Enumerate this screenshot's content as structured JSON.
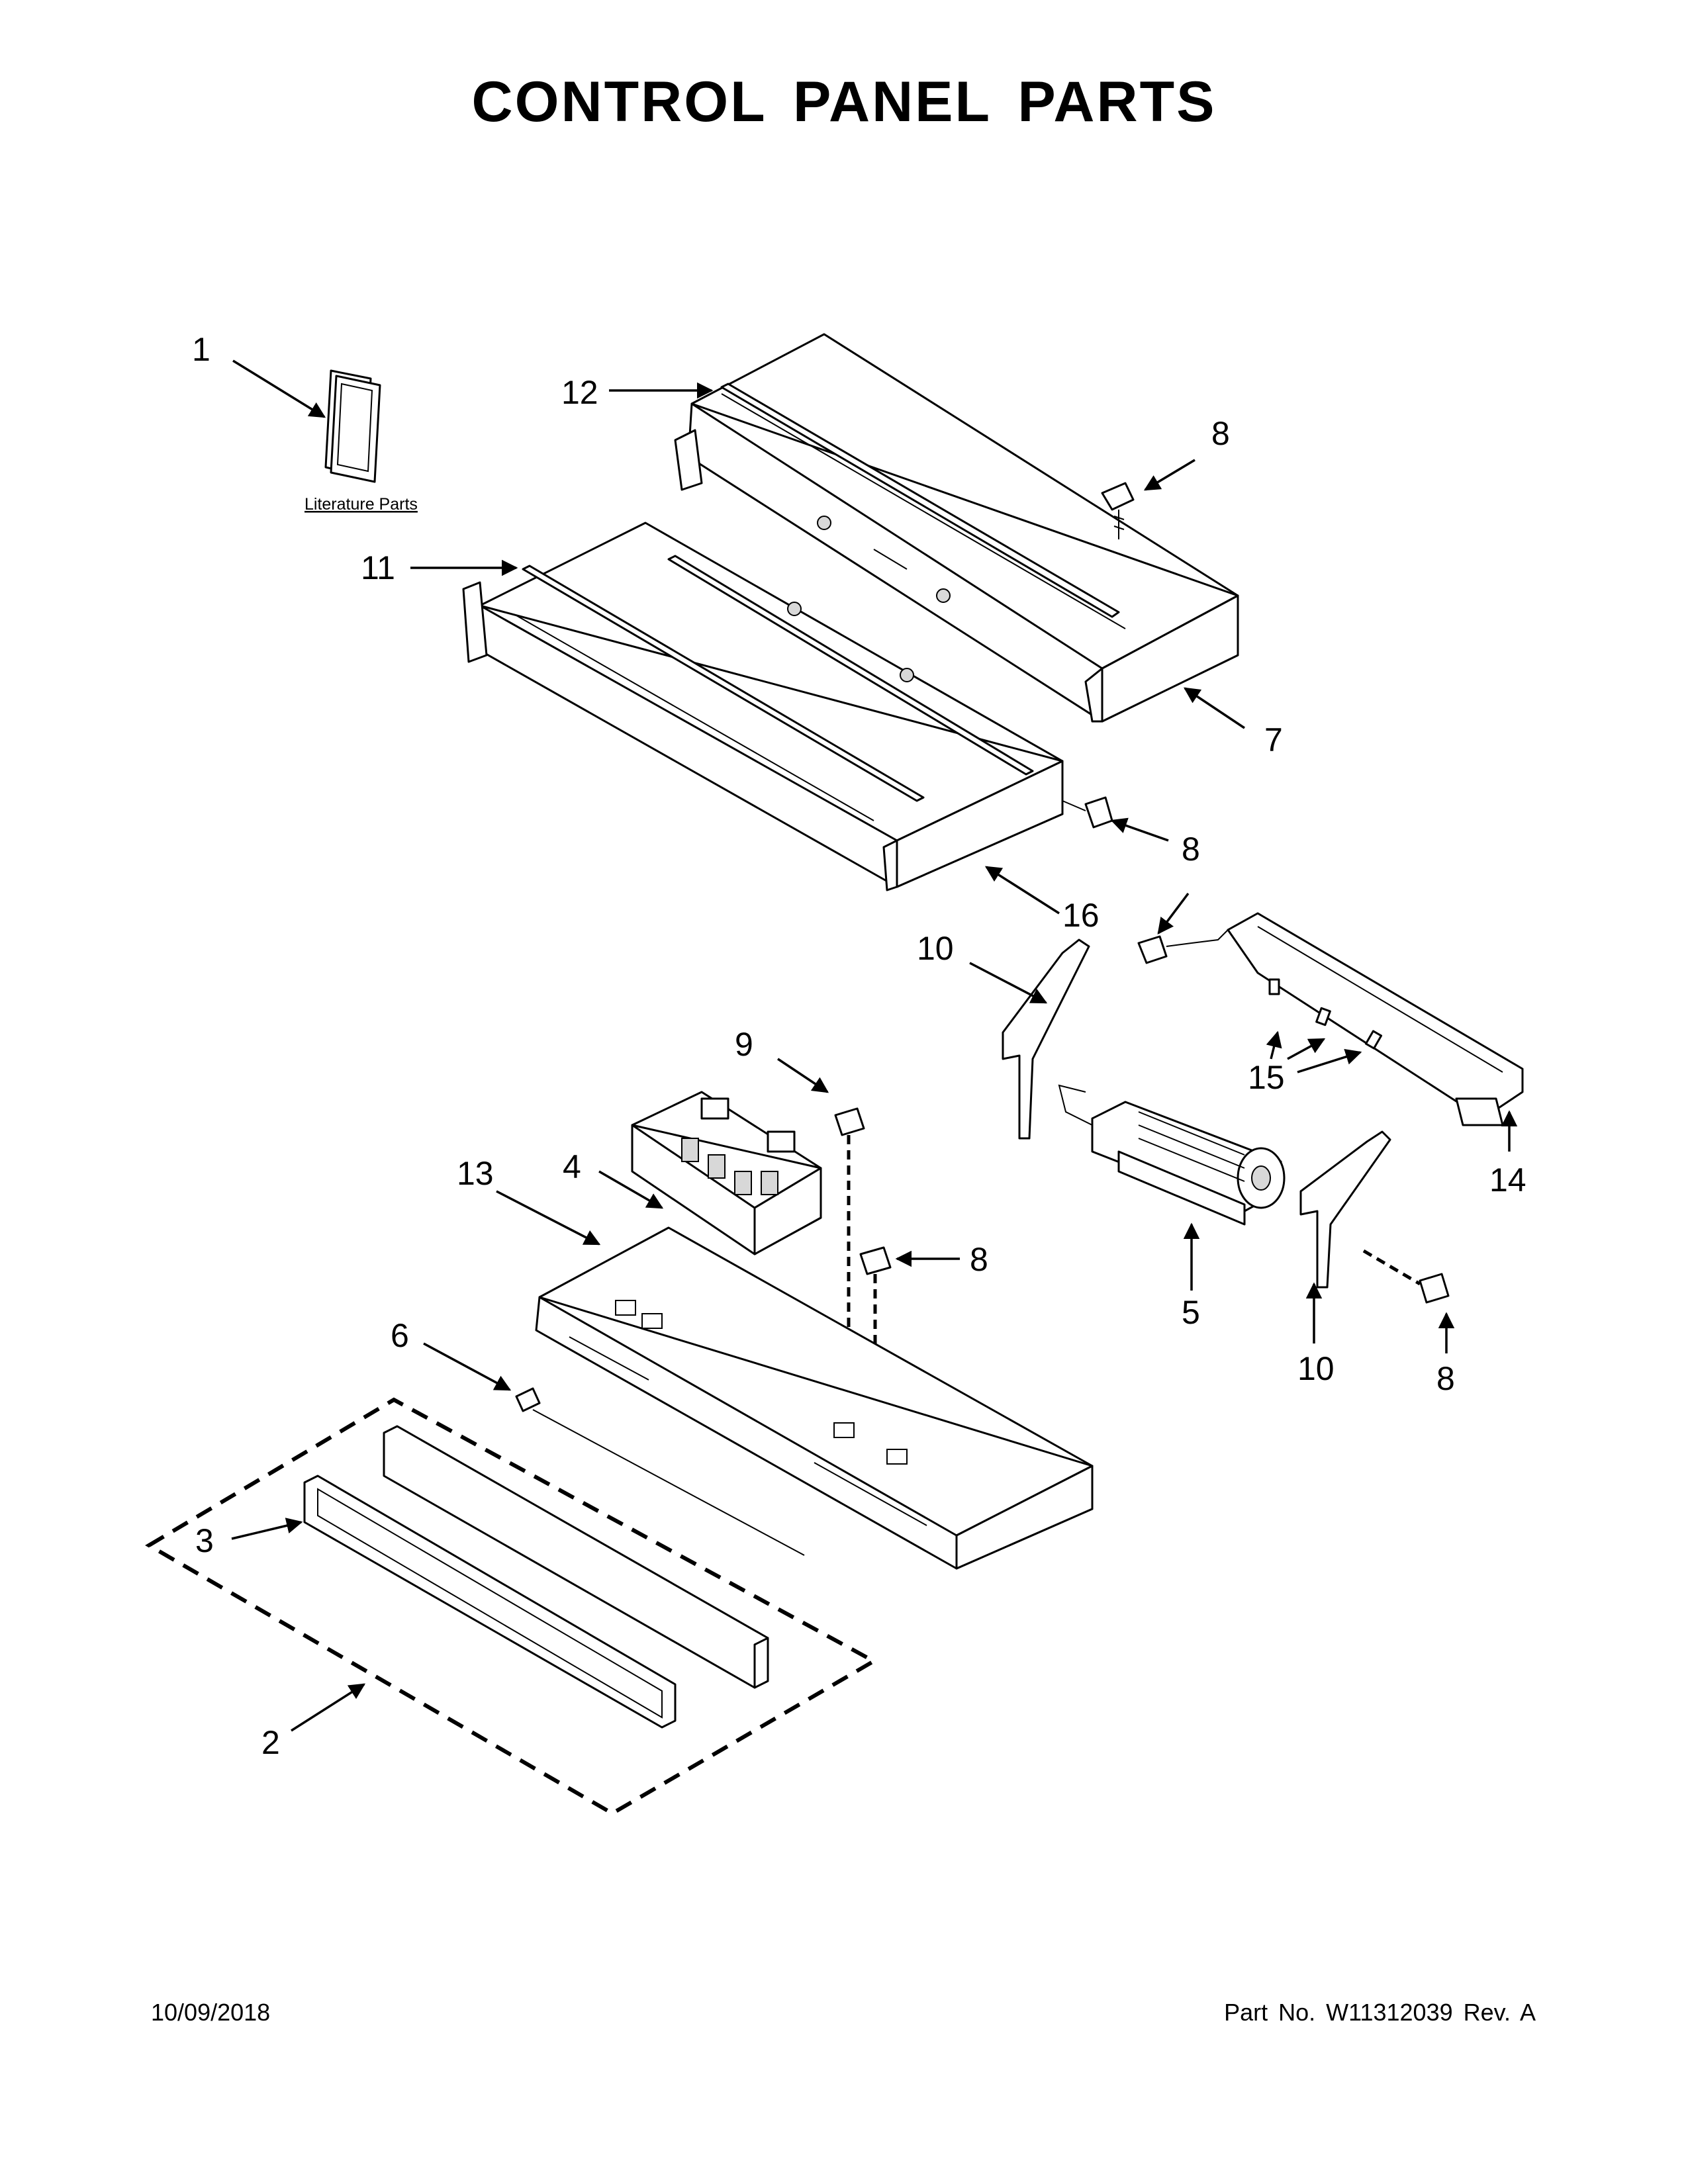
{
  "title": "CONTROL PANEL PARTS",
  "literature_label": "Literature Parts",
  "callouts": {
    "c1": "1",
    "c2": "2",
    "c3": "3",
    "c4": "4",
    "c5": "5",
    "c6": "6",
    "c7": "7",
    "c8a": "8",
    "c8b": "8",
    "c8c": "8",
    "c8d": "8",
    "c8e": "8",
    "c9": "9",
    "c10a": "10",
    "c10b": "10",
    "c11": "11",
    "c12": "12",
    "c13": "13",
    "c14": "14",
    "c15": "15",
    "c16": "16"
  },
  "footer": {
    "date": "10/09/2018",
    "part_number": "Part No.  W11312039  Rev.  A"
  }
}
